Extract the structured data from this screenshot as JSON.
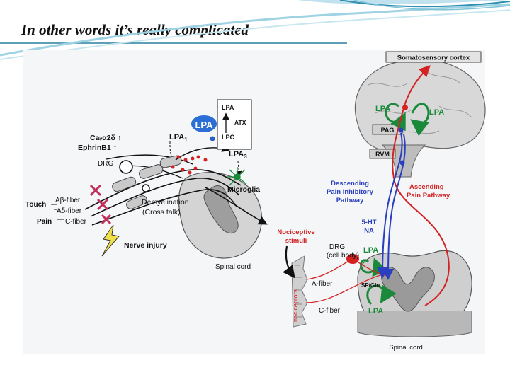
{
  "slide": {
    "title": "In other words it’s really complicated"
  },
  "colors": {
    "accent": "#3b9fc0",
    "lpa_green": "#1a8a3a",
    "ascending_red": "#d42222",
    "descending_blue": "#2a3fbf",
    "lpa_blue": "#2b6fd6"
  },
  "diagram": {
    "brain": {
      "cortex_label": "Somatosensory cortex",
      "lpa_left": "LPA",
      "lpa_right": "LPA",
      "pag": "PAG",
      "rvm": "RVM"
    },
    "pathways": {
      "descending": [
        "Descending",
        "Pain Inhibitory",
        "Pathway"
      ],
      "ascending": [
        "Ascending",
        "Pain Pathway"
      ],
      "neurotransmitters": [
        "5-HT",
        "NA"
      ]
    },
    "periphery": {
      "nociceptive_stimuli": [
        "Nociceptive",
        "stimuli"
      ],
      "nociceptors": "nociceptors",
      "drg_cell_body": [
        "DRG",
        "(cell body)"
      ],
      "lpa_drg": "LPA",
      "lpa_cord": "LPA",
      "a_fiber": "A-fiber",
      "c_fiber": "C-fiber",
      "sp_glu": "SP/Glu",
      "spinal_cord": "Spinal cord"
    },
    "injury": {
      "ca_label": "Caᵥα2δ ↑",
      "ephrin_label": "EphrinB1 ↑",
      "drg": "DRG",
      "lpa_main": "LPA",
      "lpa1": "LPA",
      "lpa1_sub": "1",
      "lpa3": "LPA",
      "lpa3_sub": "3",
      "lpa_box": "LPA",
      "atx": "ATX",
      "lpc": "LPC",
      "microglia": "Microglia",
      "touch": "Touch",
      "pain": "Pain",
      "a_beta": "Aβ-fiber",
      "a_delta": "Aδ-fiber",
      "c_fiber": "C-fiber",
      "demyelination": [
        "Demyelination",
        "(Cross talk)"
      ],
      "nerve_injury": "Nerve injury",
      "spinal_cord": "Spinal cord"
    }
  }
}
